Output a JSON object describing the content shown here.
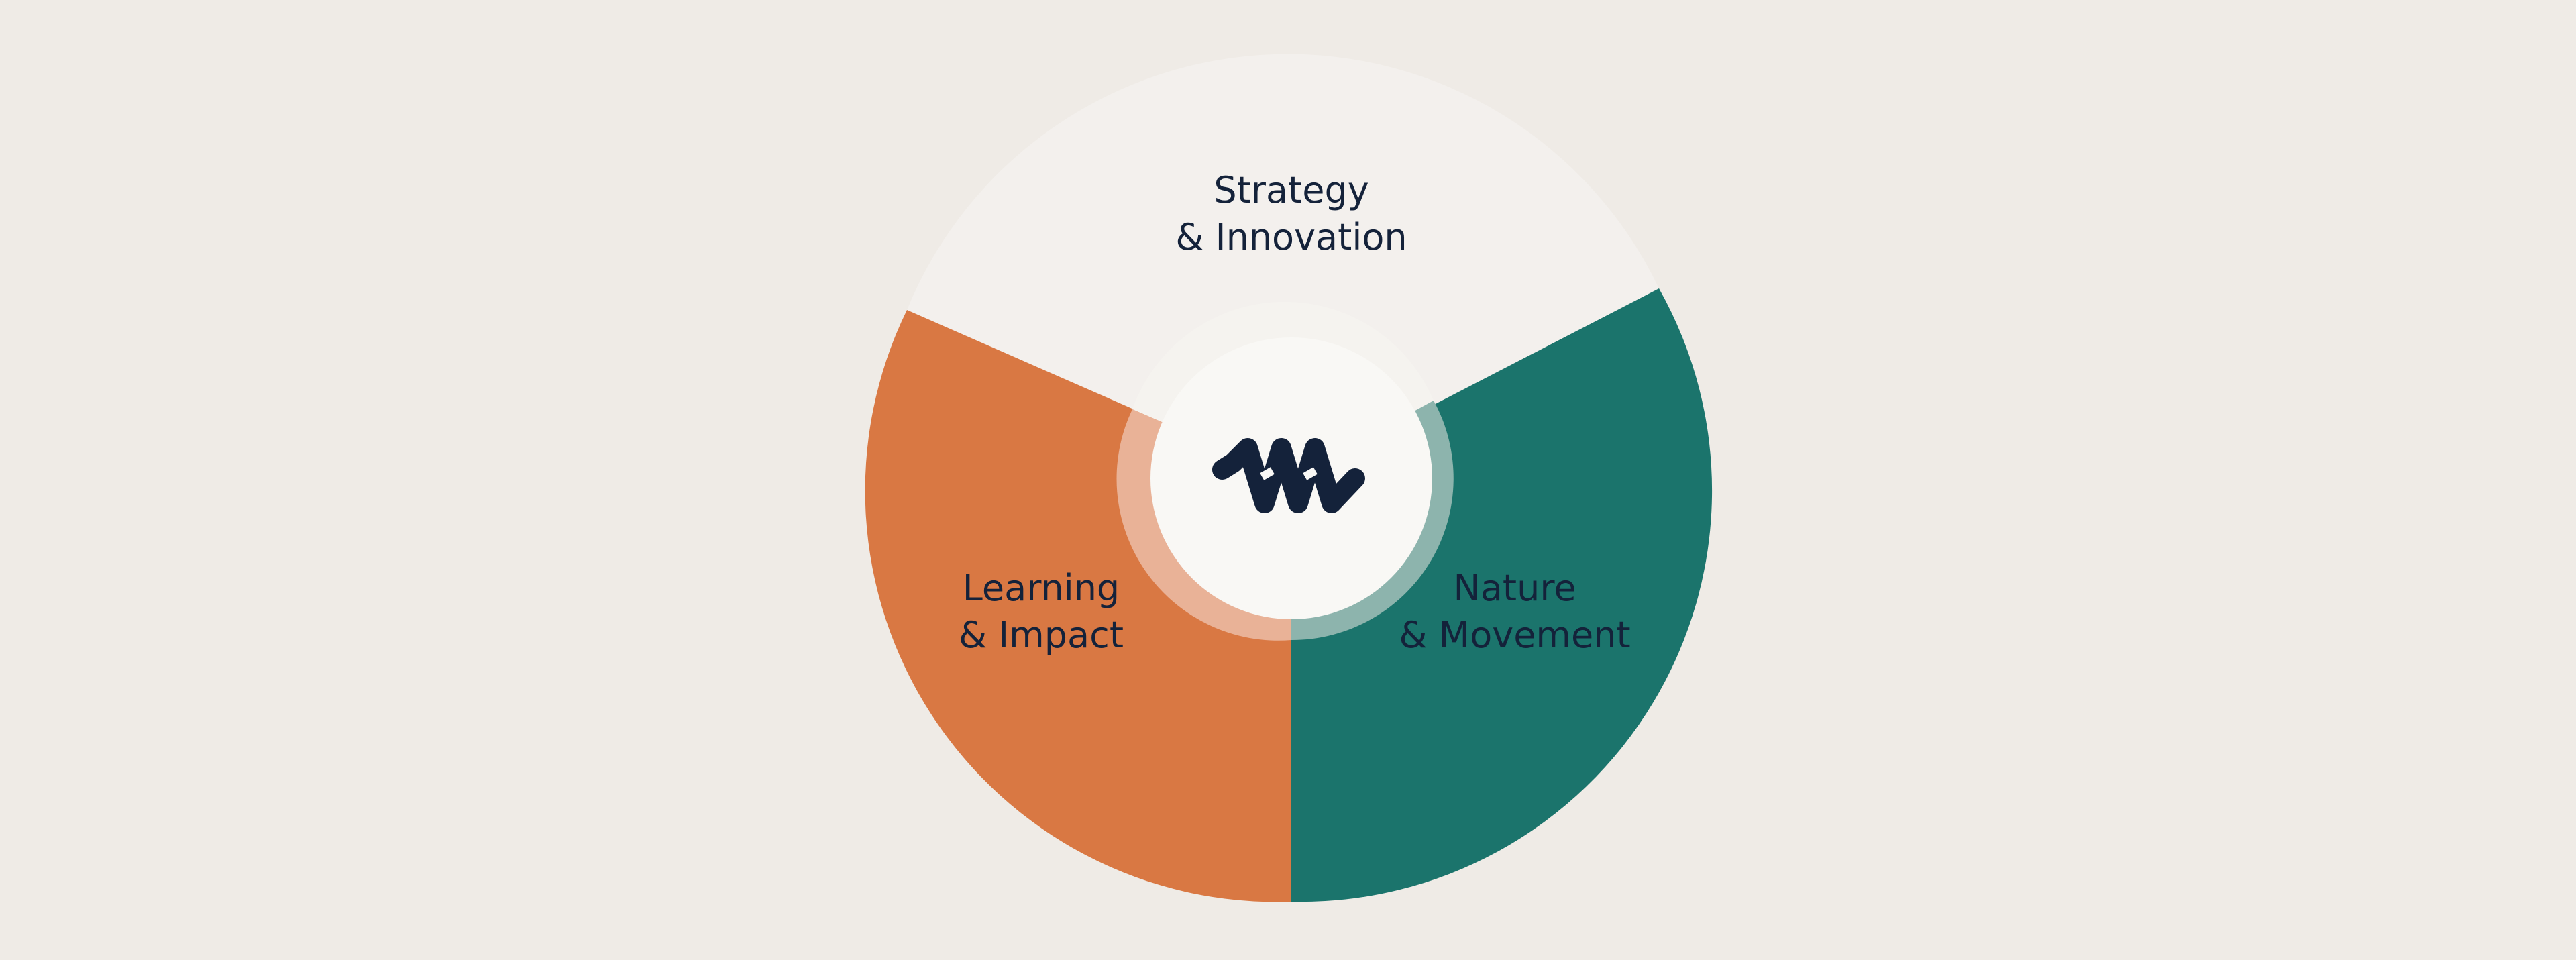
{
  "diagram": {
    "segments": [
      {
        "id": "strategy",
        "line1": "Strategy",
        "line2": "& Innovation",
        "color": "#f3f0ed"
      },
      {
        "id": "nature",
        "line1": "Nature",
        "line2": "& Movement",
        "color": "#1b746c"
      },
      {
        "id": "learning",
        "line1": "Learning",
        "line2": "& Impact",
        "color": "#d97843"
      }
    ],
    "center": {
      "icon": "logo-icon",
      "fill": "#f9f8f5",
      "ring_teal": "#8db4ad",
      "ring_orange": "#e9b297",
      "ring_light": "#f5f3ef",
      "logo_color": "#14223a"
    },
    "background": "#efebe6"
  }
}
